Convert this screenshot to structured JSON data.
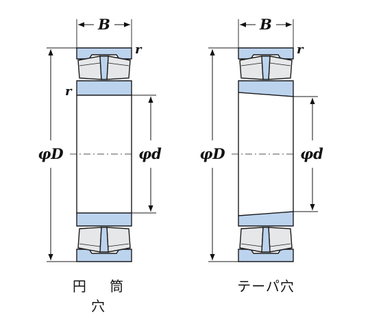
{
  "labels": {
    "width": "B",
    "outer_diameter": "φD",
    "bore_diameter": "φd",
    "radius": "r"
  },
  "captions": {
    "cylindrical_bore": "円 筒 穴",
    "tapered_bore": "テーパ穴"
  },
  "colors": {
    "ring_fill": "#bcd3ee",
    "roller_fill": "#e6e7e9",
    "outline": "#1a1a1a"
  }
}
